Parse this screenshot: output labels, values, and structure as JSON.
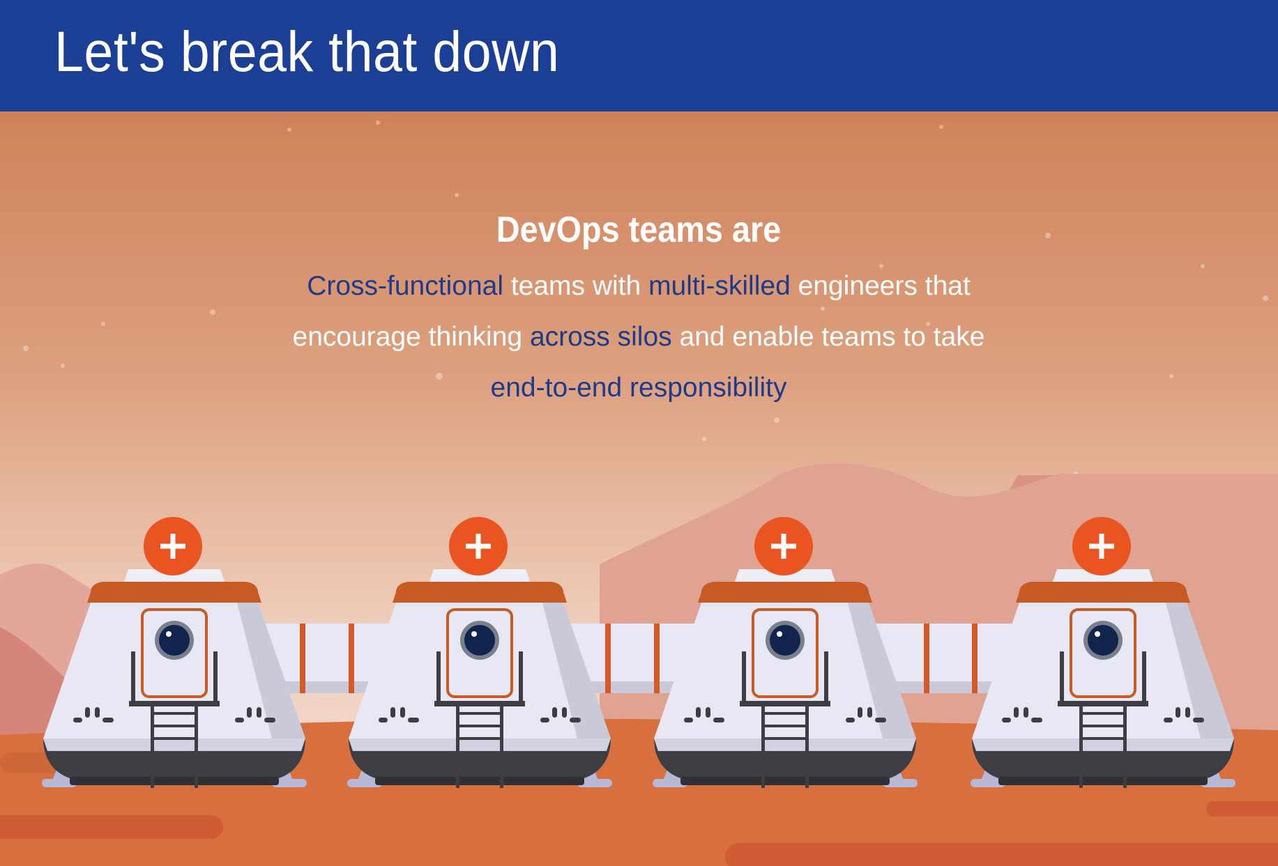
{
  "header": {
    "title": "Let's break that down"
  },
  "intro": {
    "heading": "DevOps teams are",
    "segments": [
      {
        "text": "Cross-functional",
        "highlight": true
      },
      {
        "text": " teams with ",
        "highlight": false
      },
      {
        "text": "multi-skilled",
        "highlight": true
      },
      {
        "text": " engineers that encourage thinking ",
        "highlight": false
      },
      {
        "text": "across silos",
        "highlight": true
      },
      {
        "text": " and enable teams to take ",
        "highlight": false
      },
      {
        "text": "end-to-end responsibility",
        "highlight": true
      }
    ]
  },
  "colors": {
    "header_bg": "#1a3f95",
    "highlight_text": "#1e3a8a",
    "accent_orange": "#e95420",
    "pod_body": "#e8e8f4",
    "pod_base": "#3d3d44"
  },
  "scene": {
    "pods": [
      {
        "name": "pod-1",
        "badge_icon": "plus-icon"
      },
      {
        "name": "pod-2",
        "badge_icon": "plus-icon"
      },
      {
        "name": "pod-3",
        "badge_icon": "plus-icon"
      },
      {
        "name": "pod-4",
        "badge_icon": "plus-icon"
      }
    ]
  }
}
